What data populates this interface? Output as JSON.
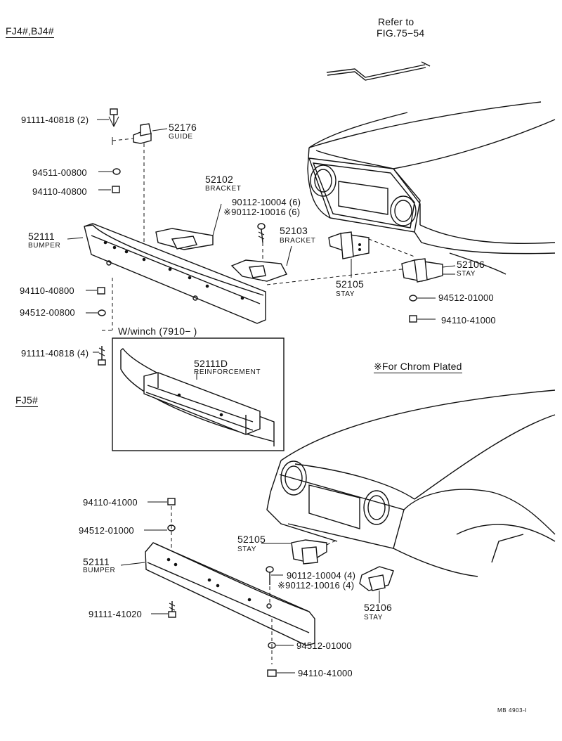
{
  "headings": {
    "fj4": "FJ4#,BJ4#",
    "fj5": "FJ5#",
    "refer_line1": "Refer to",
    "refer_line2": "FIG.75−54",
    "chrom_note": "※For Chrom Plated",
    "winch_box": "W/winch (7910−      )",
    "footer_code": "MB  4903-I"
  },
  "parts_fj4": {
    "bolt_top": "91111-40818 (2)",
    "guide_num": "52176",
    "guide_name": "GUIDE",
    "washer_small": "94511-00800",
    "nut_small": "94110-40800",
    "bracket1_num": "52102",
    "bracket1_name": "BRACKET",
    "bolt_a": "90112-10004 (6)",
    "bolt_b": "※90112-10016 (6)",
    "bracket2_num": "52103",
    "bracket2_name": "BRACKET",
    "bumper_num": "52111",
    "bumper_name": "BUMPER",
    "stay_num": "52105",
    "stay_name": "STAY",
    "stay2_num": "52106",
    "stay2_name": "STAY",
    "washer_right": "94512-01000",
    "nut_right": "94110-41000",
    "nut_left": "94110-40800",
    "washer_left": "94512-00800",
    "bolt_bottom": "91111-40818 (4)",
    "reinf_num": "52111D",
    "reinf_name": "REINFORCEMENT"
  },
  "parts_fj5": {
    "nut_top": "94110-41000",
    "washer_top": "94512-01000",
    "bumper_num": "52111",
    "bumper_name": "BUMPER",
    "bolt": "91111-41020",
    "stay_num": "52105",
    "stay_name": "STAY",
    "bolt_a": "90112-10004 (4)",
    "bolt_b": "※90112-10016 (4)",
    "stay2_num": "52106",
    "stay2_name": "STAY",
    "washer_bottom": "94512-01000",
    "nut_bottom": "94110-41000"
  }
}
